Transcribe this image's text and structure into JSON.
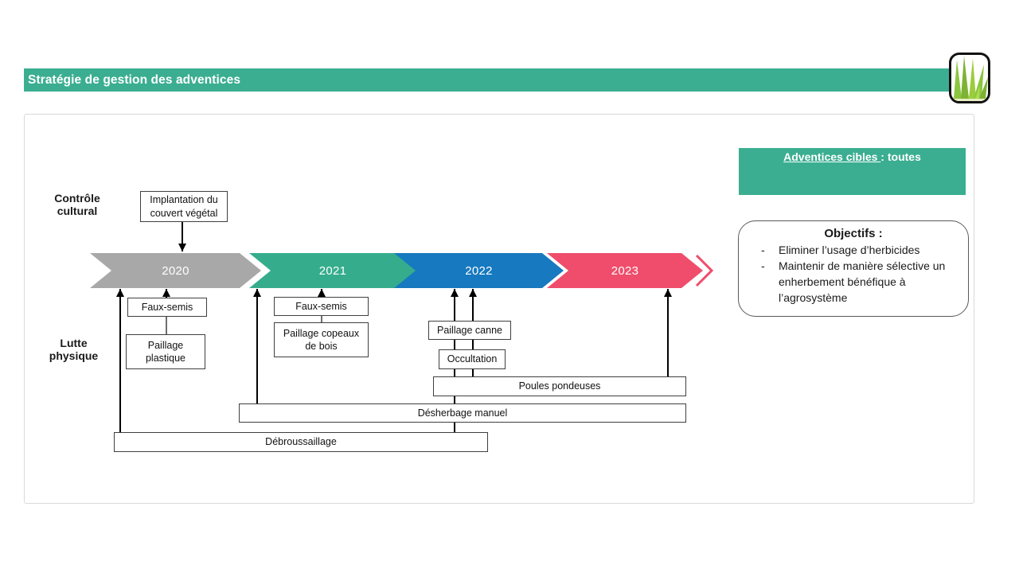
{
  "header": {
    "title": "Stratégie de gestion des adventices"
  },
  "colors": {
    "accent_teal": "#3BAE91",
    "year_gray": "#A8A8A8",
    "year_teal": "#35AD8D",
    "year_blue": "#1779BF",
    "year_pink": "#EF4D6B"
  },
  "rows": {
    "cultural_label": "Contrôle cultural",
    "physical_label": "Lutte physique"
  },
  "timeline": {
    "years": [
      {
        "label": "2020",
        "color": "#A8A8A8"
      },
      {
        "label": "2021",
        "color": "#35AD8D"
      },
      {
        "label": "2022",
        "color": "#1779BF"
      },
      {
        "label": "2023",
        "color": "#EF4D6B"
      }
    ]
  },
  "boxes": {
    "implantation": "Implantation du couvert végétal",
    "faux_semis_2020": "Faux-semis",
    "paillage_plastique": "Paillage plastique",
    "faux_semis_2021": "Faux-semis",
    "paillage_copeaux": "Paillage copeaux de bois",
    "paillage_canne": "Paillage canne",
    "occultation": "Occultation",
    "poules_pondeuses": "Poules pondeuses",
    "desherbage_manuel": "Désherbage manuel",
    "debroussaillage": "Débroussaillage"
  },
  "target_box": {
    "label_underlined": "Adventices cibles ",
    "label_rest": ": toutes"
  },
  "objectives": {
    "title": "Objectifs :",
    "items": [
      "Eliminer l’usage d’herbicides",
      "Maintenir de manière sélective un enherbement bénéfique à l’agrosystème"
    ]
  }
}
